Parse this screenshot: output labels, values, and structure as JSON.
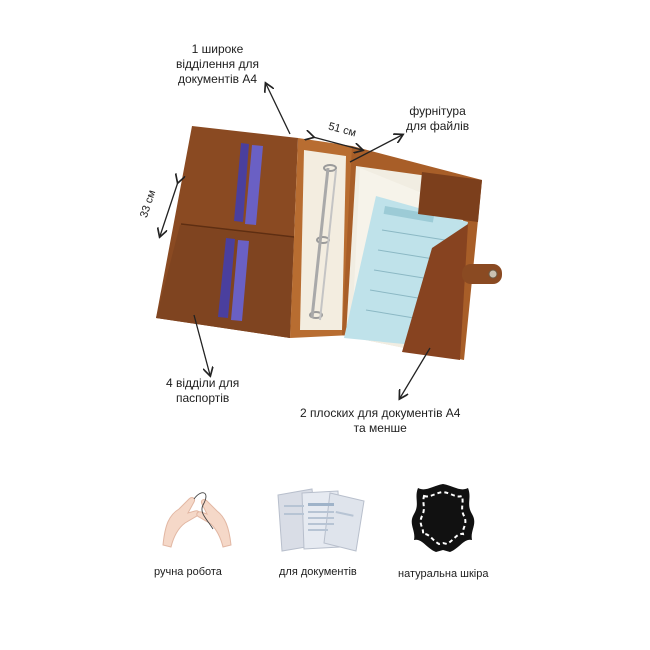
{
  "callouts": {
    "compartment_line1": "1 широке",
    "compartment_line2": "відділення для",
    "compartment_line3": "документів А4",
    "hardware_line1": "фурнітура",
    "hardware_line2": "для файлів",
    "passports_line1": "4 відділи для",
    "passports_line2": "паспортів",
    "flat_line1": "2 плоских для документів А4",
    "flat_line2": "та менше"
  },
  "dimensions": {
    "width": "51 см",
    "height": "33 см"
  },
  "features": [
    {
      "icon": "hand-thread-icon",
      "label": "ручна робота"
    },
    {
      "icon": "documents-stack-icon",
      "label": "для документів"
    },
    {
      "icon": "leather-hide-icon",
      "label": "натуральна шкіра"
    }
  ],
  "colors": {
    "leather": "#8a4a22",
    "leather_dark": "#6b3517",
    "cards": "#5a4fb0",
    "certificate": "#bfe2ea"
  }
}
